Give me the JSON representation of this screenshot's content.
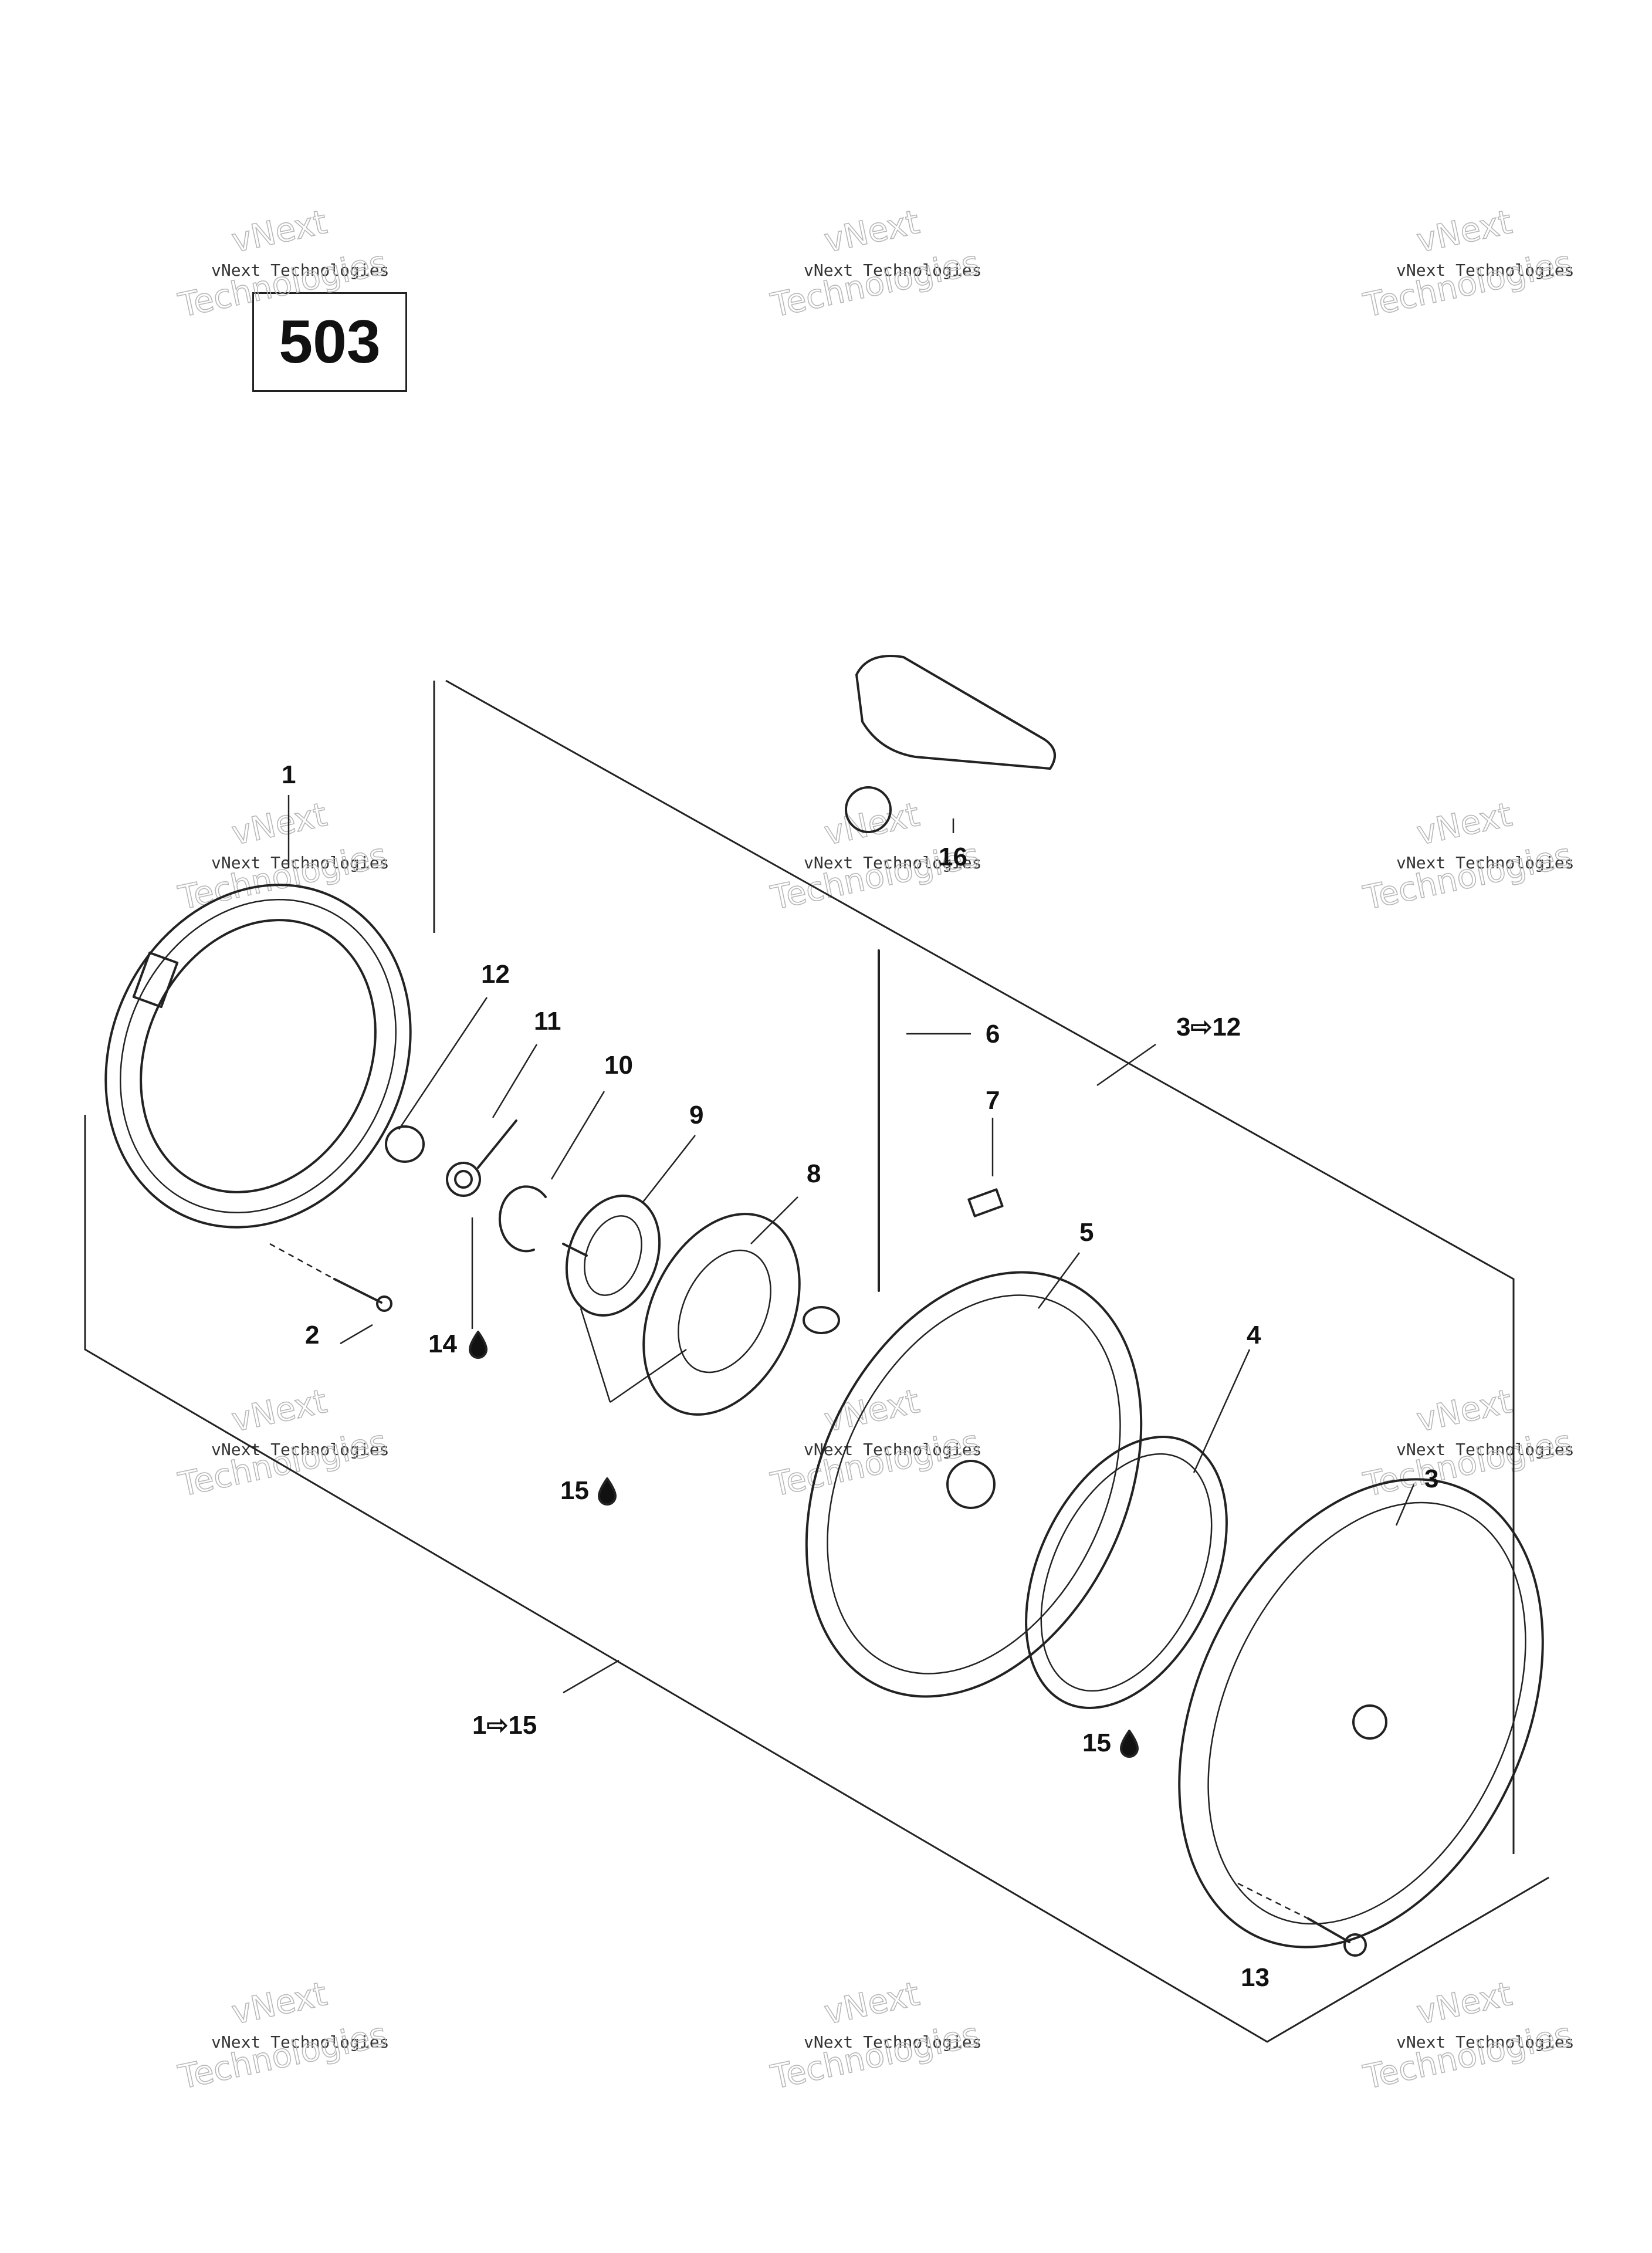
{
  "page_number": "503",
  "watermark": {
    "line1": "vNext",
    "line2": "vNext Technologies",
    "line3": "Technologies"
  },
  "callouts": [
    {
      "id": "c1",
      "text": "1"
    },
    {
      "id": "c2",
      "text": "2"
    },
    {
      "id": "c3",
      "text": "3"
    },
    {
      "id": "c3to12",
      "text": "3⇨12"
    },
    {
      "id": "c4",
      "text": "4"
    },
    {
      "id": "c5",
      "text": "5"
    },
    {
      "id": "c6",
      "text": "6"
    },
    {
      "id": "c7",
      "text": "7"
    },
    {
      "id": "c8",
      "text": "8"
    },
    {
      "id": "c9",
      "text": "9"
    },
    {
      "id": "c10",
      "text": "10"
    },
    {
      "id": "c11",
      "text": "11"
    },
    {
      "id": "c12",
      "text": "12"
    },
    {
      "id": "c13",
      "text": "13"
    },
    {
      "id": "c14",
      "text": "14"
    },
    {
      "id": "c15a",
      "text": "15"
    },
    {
      "id": "c15b",
      "text": "15"
    },
    {
      "id": "c1to15",
      "text": "1⇨15"
    },
    {
      "id": "c16",
      "text": "16"
    }
  ],
  "lube_icon": "oil-drop-icon"
}
